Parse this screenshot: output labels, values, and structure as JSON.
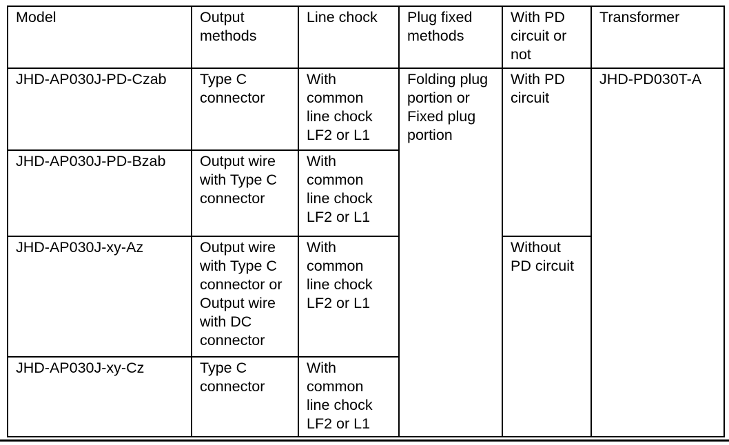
{
  "page": {
    "background_color": "#ffffff",
    "border_color": "#000000",
    "text_color": "#000000"
  },
  "table": {
    "headers": [
      {
        "label": "Model"
      },
      {
        "label": "Output\nmethods"
      },
      {
        "label": "Line chock"
      },
      {
        "label": "Plug fixed\nmethods"
      },
      {
        "label": "With PD\ncircuit or\nnot"
      },
      {
        "label": "Transformer"
      }
    ],
    "rows": [
      {
        "model": "JHD-AP030J-PD-Czab",
        "output_method": "Type C\nconnector",
        "line_chock": "With\ncommon\nline chock\nLF2 or L1"
      },
      {
        "model": "JHD-AP030J-PD-Bzab",
        "output_method": "Output wire\nwith Type C\nconnector",
        "line_chock": "With\ncommon\nline chock\nLF2 or L1"
      },
      {
        "model": "JHD-AP030J-xy-Az",
        "output_method": "Output wire\nwith Type C\nconnector or\nOutput wire\nwith DC\nconnector",
        "line_chock": "With\ncommon\nline chock\nLF2 or L1"
      },
      {
        "model": "JHD-AP030J-xy-Cz",
        "output_method": "Type C\nconnector",
        "line_chock": "With\ncommon\nline chock\nLF2 or L1"
      }
    ],
    "merged_cells": {
      "plug_fixed_methods": "Folding plug\nportion or\nFixed plug\nportion",
      "with_pd_circuit": "With PD\ncircuit",
      "without_pd_circuit": "Without\nPD circuit",
      "transformer": "JHD-PD030T-A"
    }
  }
}
